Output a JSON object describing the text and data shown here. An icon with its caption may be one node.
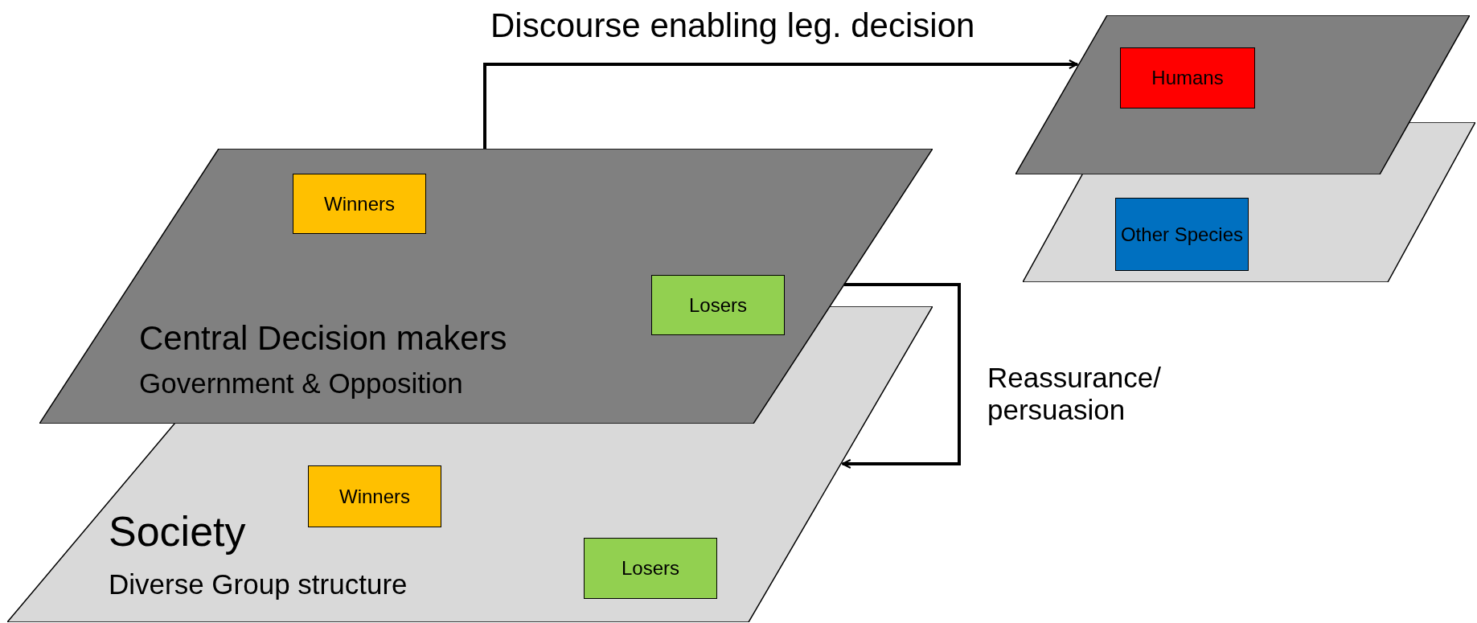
{
  "diagram": {
    "nodes": [
      {
        "text": [
          "Central Decision makers",
          "Government & Opposition"
        ]
      },
      {
        "text": [
          "Winners"
        ],
        "in": 0
      },
      {
        "text": [
          "Losers"
        ],
        "in": 0
      },
      {
        "text": [
          "Society",
          "Diverse Group structure"
        ]
      },
      {
        "text": [
          "Winners"
        ],
        "in": 3
      },
      {
        "text": [
          "Losers"
        ],
        "in": 3
      },
      {
        "text": [],
        "shape": "parallelogram"
      },
      {
        "text": [
          "Humans"
        ],
        "in": 6
      },
      {
        "text": [],
        "shape": "parallelogram"
      },
      {
        "text": [
          "Other Species"
        ],
        "in": 8
      }
    ],
    "edges": [
      {
        "from": 0,
        "to": 6,
        "arrow": "to",
        "label": "Discourse enabling leg. decision"
      },
      {
        "from": 0,
        "to": 3,
        "arrow": "to",
        "label": "Reassurance/ persuasion"
      }
    ]
  }
}
